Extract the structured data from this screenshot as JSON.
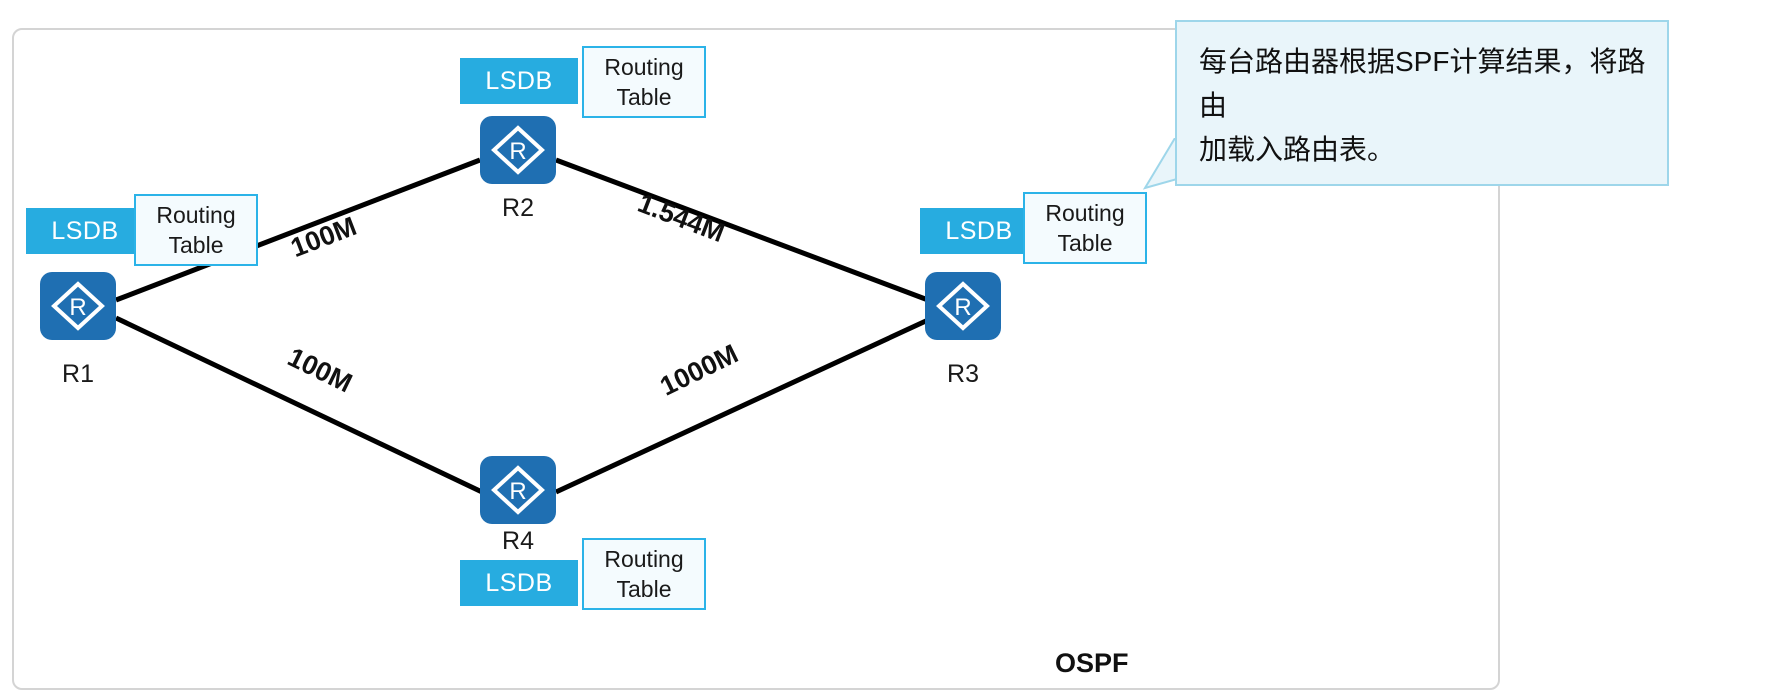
{
  "diagram": {
    "domain_label": "OSPF",
    "frame": {
      "border_color": "#d4d4d4"
    },
    "colors": {
      "router_fill": "#1F6FB2",
      "lsdb_fill": "#27ACE0",
      "routing_table_fill": "#f4fbfe",
      "routing_table_border": "#2BB3E8",
      "callout_fill": "#e9f5fa",
      "callout_border": "#9ed6ea",
      "link_color": "#000000"
    },
    "routers": [
      {
        "id": "r1",
        "label": "R1",
        "icon": "router-icon",
        "lsdb_label": "LSDB",
        "routing_table_label": "Routing\nTable"
      },
      {
        "id": "r2",
        "label": "R2",
        "icon": "router-icon",
        "lsdb_label": "LSDB",
        "routing_table_label": "Routing\nTable"
      },
      {
        "id": "r3",
        "label": "R3",
        "icon": "router-icon",
        "lsdb_label": "LSDB",
        "routing_table_label": "Routing\nTable"
      },
      {
        "id": "r4",
        "label": "R4",
        "icon": "router-icon",
        "lsdb_label": "LSDB",
        "routing_table_label": "Routing\nTable"
      }
    ],
    "links": [
      {
        "from": "R1",
        "to": "R2",
        "bandwidth": "100M"
      },
      {
        "from": "R2",
        "to": "R3",
        "bandwidth": "1.544M"
      },
      {
        "from": "R1",
        "to": "R4",
        "bandwidth": "100M"
      },
      {
        "from": "R4",
        "to": "R3",
        "bandwidth": "1000M"
      }
    ],
    "callout": {
      "line1": "每台路由器根据SPF计算结果，将路由",
      "line2": "加载入路由表。",
      "full_text": "每台路由器根据SPF计算结果，将路由加载入路由表。"
    }
  }
}
